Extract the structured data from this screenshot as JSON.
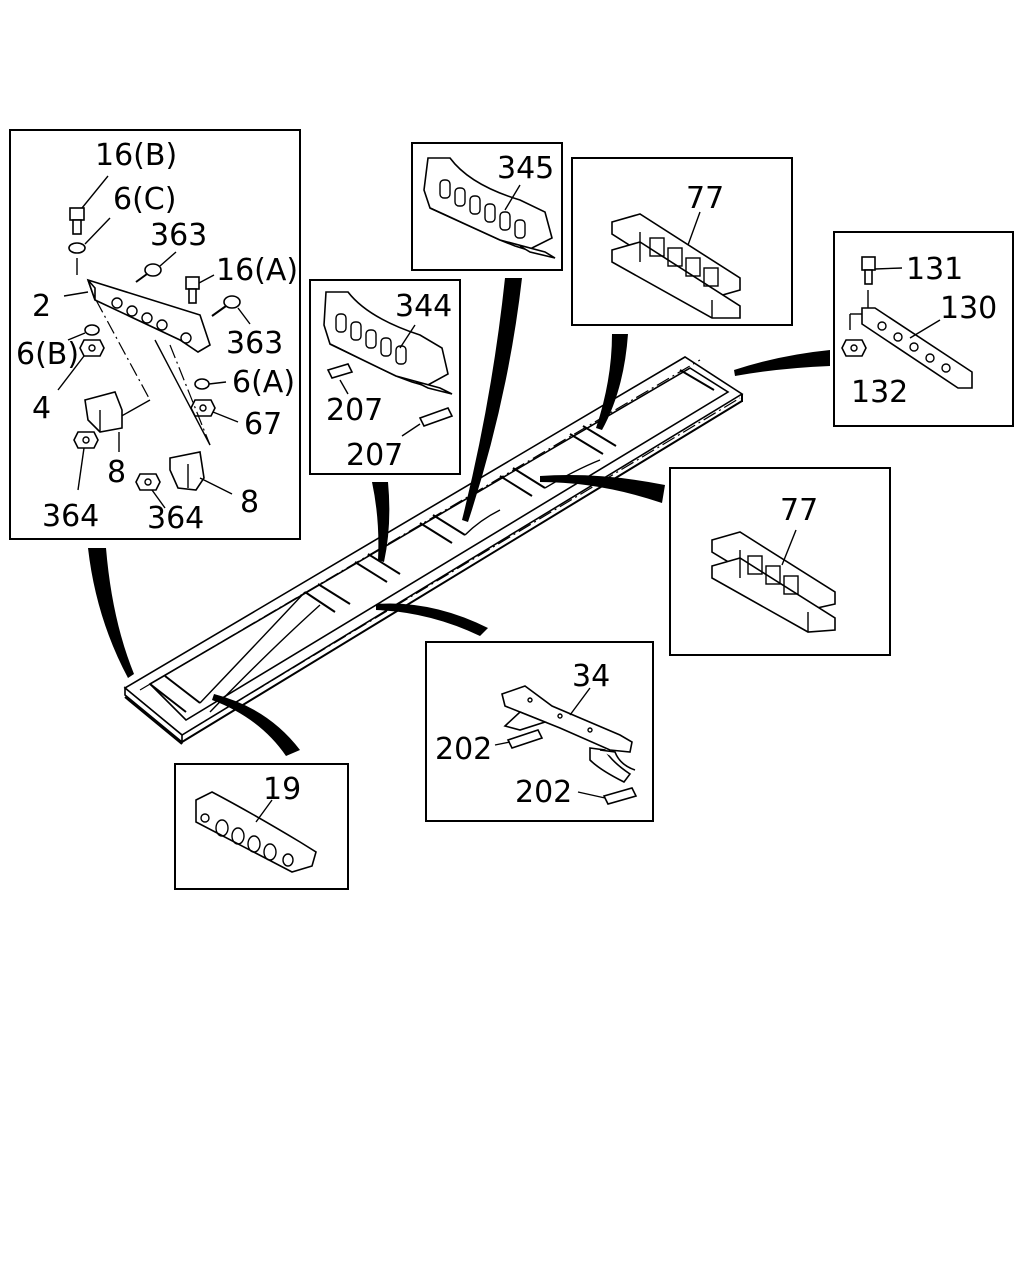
{
  "panels": {
    "bracket_assembly": {
      "labels": [
        "16(B)",
        "6(C)",
        "363",
        "16(A)",
        "2",
        "363",
        "6(B)",
        "6(A)",
        "4",
        "67",
        "8",
        "364",
        "364",
        "8"
      ]
    },
    "crossmember_345": {
      "labels": [
        "345"
      ]
    },
    "crossmember_77_top": {
      "labels": [
        "77"
      ]
    },
    "crossmember_130": {
      "labels": [
        "131",
        "130",
        "132"
      ]
    },
    "crossmember_344": {
      "labels": [
        "344",
        "207",
        "207"
      ]
    },
    "crossmember_77_mid": {
      "labels": [
        "77"
      ]
    },
    "crossmember_34": {
      "labels": [
        "34",
        "202",
        "202"
      ]
    },
    "crossmember_19": {
      "labels": [
        "19"
      ]
    }
  }
}
